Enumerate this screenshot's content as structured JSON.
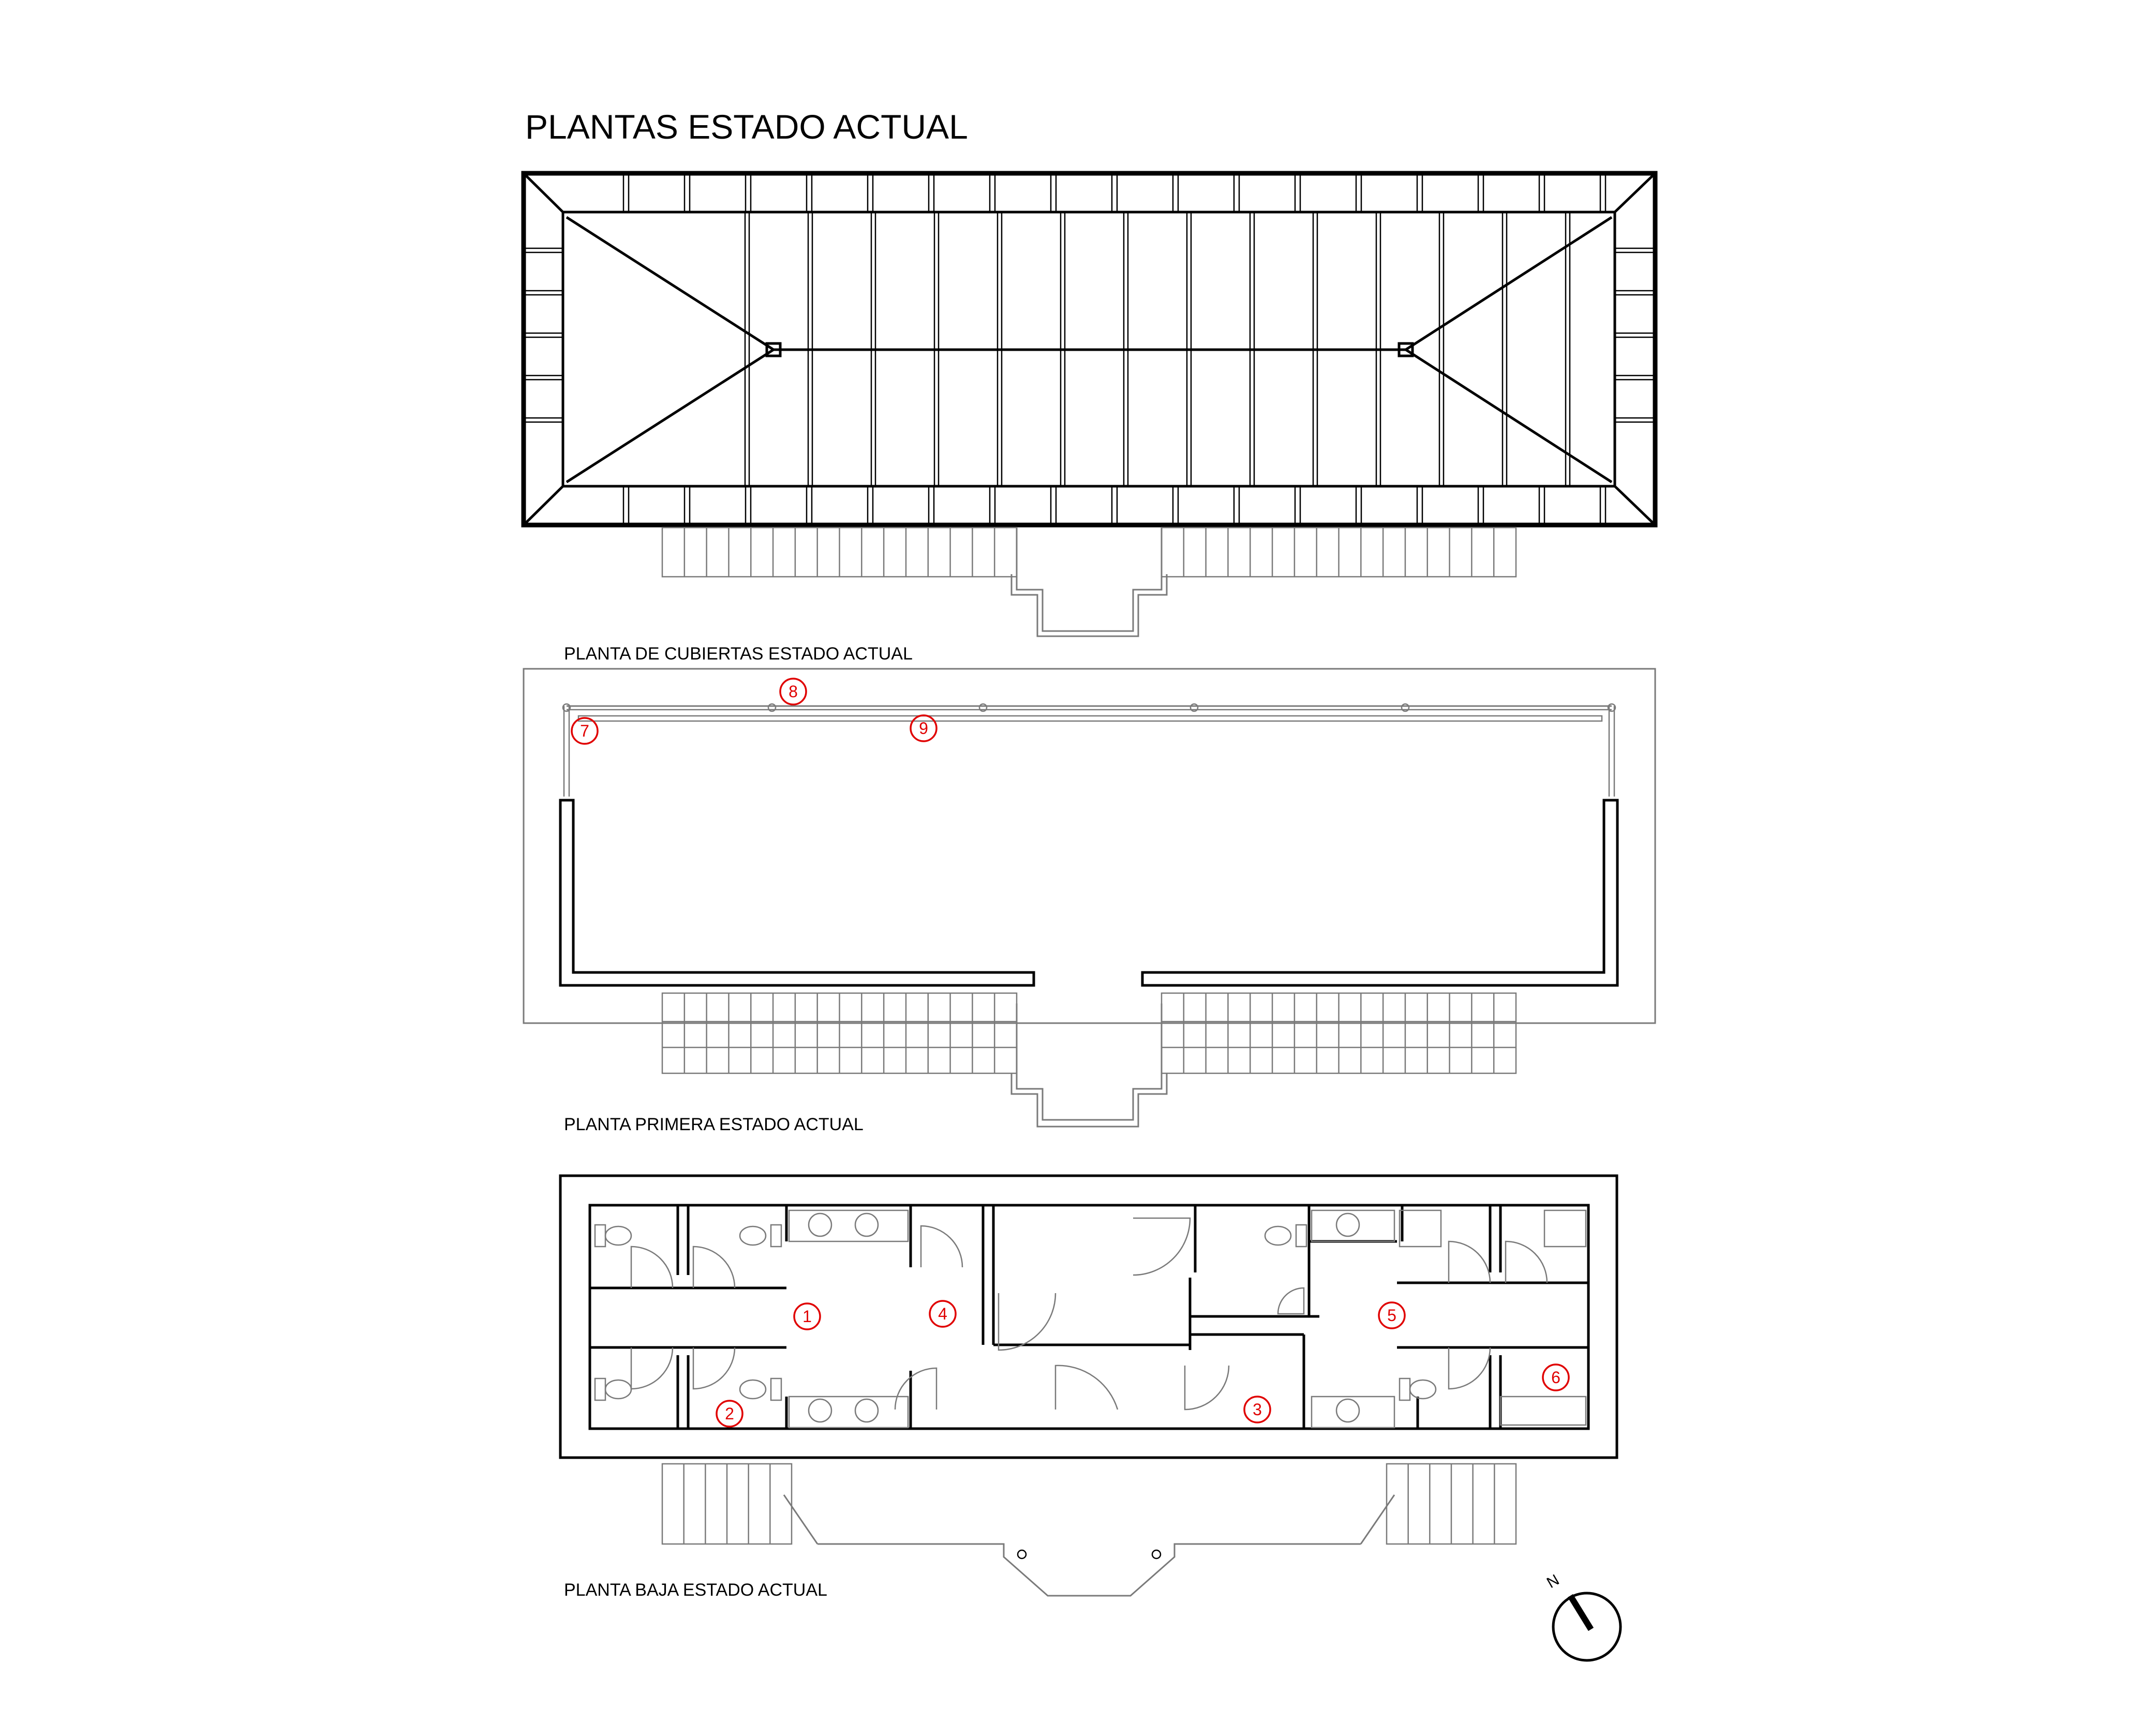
{
  "title": "PLANTAS ESTADO ACTUAL",
  "plans": {
    "roof": "PLANTA DE CUBIERTAS ESTADO ACTUAL",
    "first": "PLANTA PRIMERA ESTADO ACTUAL",
    "ground": "PLANTA BAJA ESTADO ACTUAL"
  },
  "markers": {
    "m1": "1",
    "m2": "2",
    "m3": "3",
    "m4": "4",
    "m5": "5",
    "m6": "6",
    "m7": "7",
    "m8": "8",
    "m9": "9"
  },
  "north": "N",
  "colors": {
    "lines": "#000000",
    "secondary": "#7a7a7a",
    "markers": "#e00000"
  },
  "icons": {
    "north_arrow": "compass-north-icon"
  }
}
